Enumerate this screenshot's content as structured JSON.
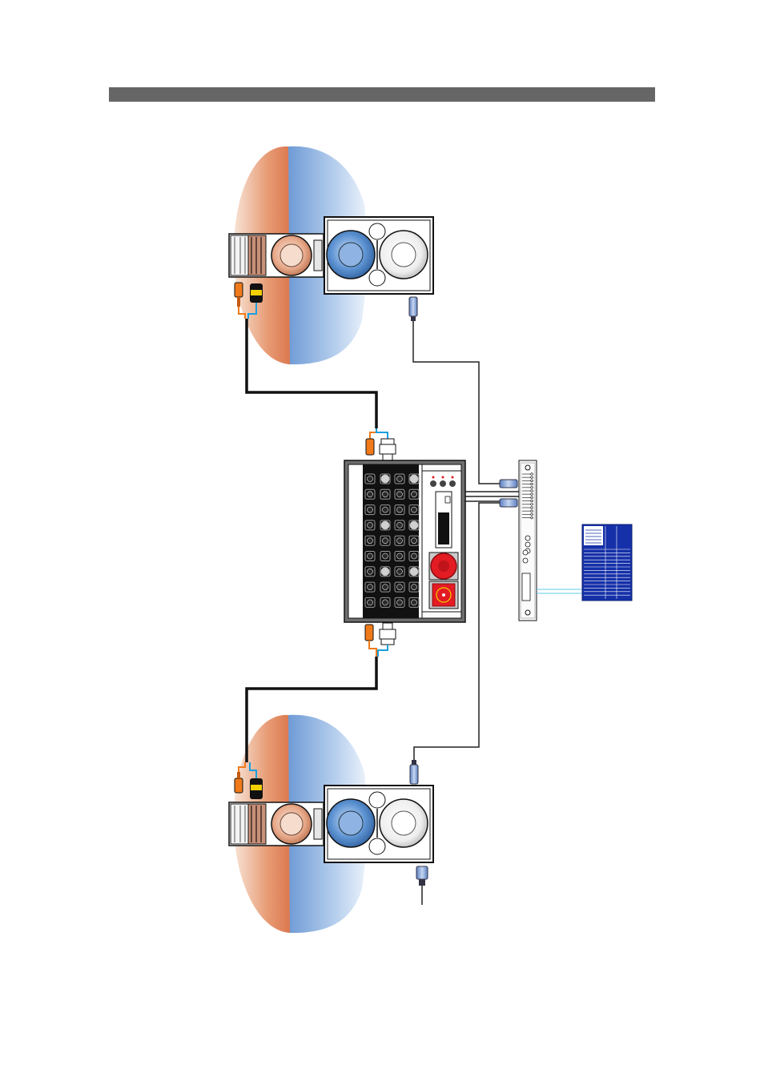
{
  "page": {
    "header_bar_color": "#666666",
    "background": "#ffffff"
  },
  "diagram": {
    "components": [
      {
        "id": "top-loudspeaker-system",
        "kind": "speaker-cabinets-with-coverage",
        "icon": "speaker-icon"
      },
      {
        "id": "bottom-loudspeaker-system",
        "kind": "speaker-cabinets-with-coverage",
        "icon": "speaker-icon"
      },
      {
        "id": "amplifier-rack",
        "kind": "power-amplifier-rack",
        "icon": "amplifier-rack-icon"
      },
      {
        "id": "system-processor",
        "kind": "rack-processor",
        "icon": "processor-icon"
      },
      {
        "id": "control-software",
        "kind": "software-window",
        "icon": "software-window-icon"
      }
    ],
    "colors": {
      "coverage_warm": "#e08a5c",
      "coverage_cool": "#8fb4e0",
      "woofer_blue": "#4a86c8",
      "connector_orange": "#f07a1a",
      "connector_blue": "#1aa0e0",
      "connector_yellow": "#f0d000",
      "xlr_blue": "#7a9ed8",
      "power_red": "#e31b23",
      "speaker_cable": "#111111",
      "signal_line": "#222222",
      "network_line": "#60c8e8",
      "software_blue": "#1530a8"
    }
  }
}
